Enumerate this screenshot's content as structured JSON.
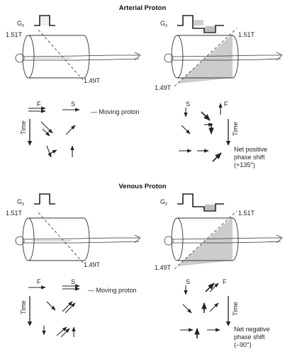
{
  "sections": [
    {
      "title": "Arterial Proton",
      "left": {
        "gradient_label": "G",
        "gradient_sub": "z",
        "top_field": "1.51T",
        "bottom_field": "1.49T",
        "labels": {
          "first": "F",
          "second": "S",
          "note": "— Moving proton",
          "time": "Time"
        }
      },
      "right": {
        "gradient_label": "G",
        "gradient_sub": "z",
        "top_field": "1.51T",
        "bottom_field": "1.49T",
        "labels": {
          "first": "S",
          "second": "F",
          "time": "Time",
          "result": [
            "Net positive",
            "phase shift",
            "(+135°)"
          ]
        }
      }
    },
    {
      "title": "Venous Proton",
      "left": {
        "gradient_label": "G",
        "gradient_sub": "z",
        "top_field": "1.51T",
        "bottom_field": "1.49T",
        "labels": {
          "first": "F",
          "second": "S",
          "note": "— Moving proton",
          "time": "Time"
        }
      },
      "right": {
        "gradient_label": "G",
        "gradient_sub": "z",
        "top_field": "1.51T",
        "bottom_field": "1.49T",
        "labels": {
          "first": "S",
          "second": "F",
          "time": "Time",
          "result": [
            "Net negative",
            "phase shift",
            "(–90°)"
          ]
        }
      }
    }
  ]
}
